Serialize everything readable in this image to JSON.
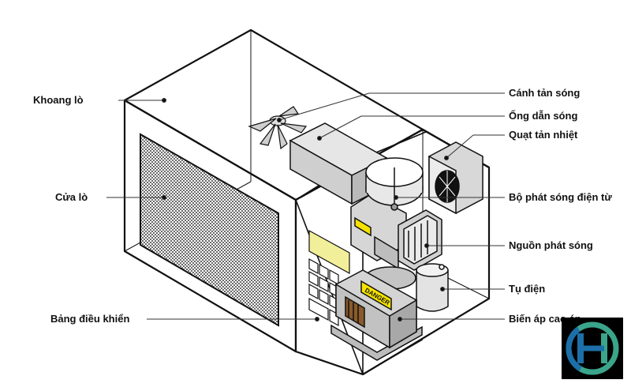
{
  "labels_left": [
    {
      "key": "oven-cavity",
      "text": "Khoang lò"
    },
    {
      "key": "oven-door",
      "text": "Cửa lò"
    },
    {
      "key": "control-panel",
      "text": "Bảng điều khiển"
    }
  ],
  "labels_right": [
    {
      "key": "stirrer-fan",
      "text": "Cánh tản sóng"
    },
    {
      "key": "waveguide",
      "text": "Ống dẫn sóng"
    },
    {
      "key": "cooling-fan",
      "text": "Quạt tản nhiệt"
    },
    {
      "key": "magnetron",
      "text": "Bộ phát sóng điện từ"
    },
    {
      "key": "power-source",
      "text": "Nguồn phát sóng"
    },
    {
      "key": "capacitor",
      "text": "Tụ điện"
    },
    {
      "key": "hv-transformer",
      "text": "Biến áp cao áp"
    }
  ],
  "warning_text": "DANGER",
  "colors": {
    "outline": "#111111",
    "component_fill": "#d6d6d6",
    "panel_yellow": "#f2ef9a",
    "logo_green": "#3aa58a",
    "logo_blue": "#1c6fa8"
  }
}
